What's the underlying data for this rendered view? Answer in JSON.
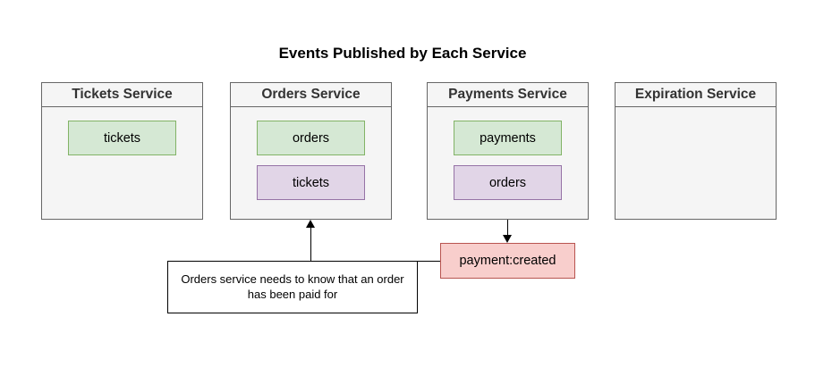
{
  "title": "Events Published by Each Service",
  "colors": {
    "service-fill": "#f5f5f5",
    "service-border": "#666666",
    "header-text": "#333333",
    "green-fill": "#d5e8d4",
    "green-border": "#82b366",
    "purple-fill": "#e1d5e7",
    "purple-border": "#9673a6",
    "pink-fill": "#f8cecc",
    "pink-border": "#b85450",
    "note-border": "#000000",
    "arrow": "#000000"
  },
  "services": [
    {
      "name": "Tickets Service",
      "events": [
        {
          "label": "tickets",
          "type": "green"
        }
      ]
    },
    {
      "name": "Orders Service",
      "events": [
        {
          "label": "orders",
          "type": "green"
        },
        {
          "label": "tickets",
          "type": "purple"
        }
      ]
    },
    {
      "name": "Payments Service",
      "events": [
        {
          "label": "payments",
          "type": "green"
        },
        {
          "label": "orders",
          "type": "purple"
        }
      ]
    },
    {
      "name": "Expiration Service",
      "events": []
    }
  ],
  "event_message": {
    "label": "payment:created"
  },
  "note": {
    "text": "Orders service needs to know that an order has been paid for"
  }
}
